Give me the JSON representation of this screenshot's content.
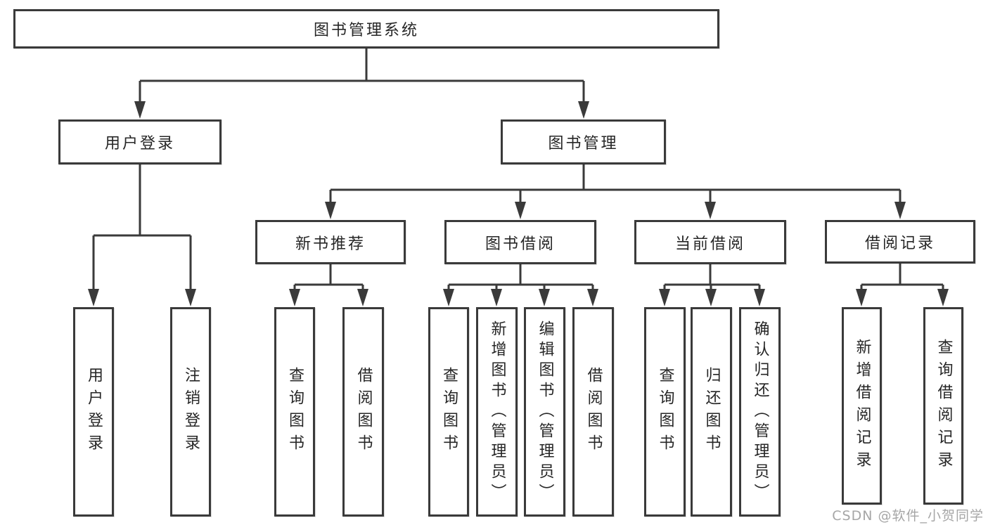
{
  "diagram": {
    "title": "图书管理系统",
    "type": "functional-structure-tree",
    "nodes": {
      "root": "图书管理系统",
      "level2": [
        "用户登录",
        "图书管理"
      ],
      "level3": [
        "新书推荐",
        "图书借阅",
        "当前借阅",
        "借阅记录"
      ],
      "leaves": [
        "用户登录",
        "注销登录",
        "查询图书",
        "借阅图书",
        "查询图书",
        "新增图书（管理员）",
        "编辑图书（管理员）",
        "借阅图书",
        "查询图书",
        "归还图书",
        "确认归还（管理员）",
        "新增借阅记录",
        "查询借阅记录"
      ]
    },
    "hierarchy": {
      "图书管理系统": {
        "用户登录": [
          "用户登录",
          "注销登录"
        ],
        "图书管理": {
          "新书推荐": [
            "查询图书",
            "借阅图书"
          ],
          "图书借阅": [
            "查询图书",
            "新增图书（管理员）",
            "编辑图书（管理员）",
            "借阅图书"
          ],
          "当前借阅": [
            "查询图书",
            "归还图书",
            "确认归还（管理员）"
          ],
          "借阅记录": [
            "新增借阅记录",
            "查询借阅记录"
          ]
        }
      }
    },
    "colors": {
      "line": "#3a3a3a",
      "text": "#262626",
      "background": "#ffffff",
      "watermark_text": "#a6a6a6"
    }
  },
  "watermark": "CSDN @软件_小贺同学"
}
